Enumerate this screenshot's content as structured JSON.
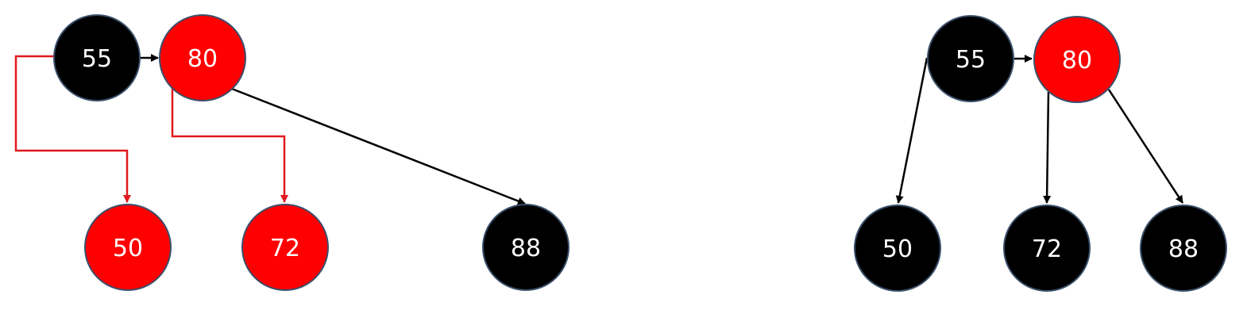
{
  "colors": {
    "background": "#ffffff",
    "black_node": "#000000",
    "red_node": "#ff0000",
    "node_stroke": "#3b4f6b",
    "black_edge": "#000000",
    "red_edge": "#e0191f",
    "label": "#ffffff"
  },
  "left_tree": {
    "nodes": {
      "n55": {
        "label": "55",
        "color": "black"
      },
      "n80": {
        "label": "80",
        "color": "red"
      },
      "n50": {
        "label": "50",
        "color": "red"
      },
      "n72": {
        "label": "72",
        "color": "red"
      },
      "n88": {
        "label": "88",
        "color": "black"
      }
    },
    "edges": [
      {
        "from": "55",
        "to": "80",
        "color": "black"
      },
      {
        "from": "55",
        "to": "50",
        "color": "red"
      },
      {
        "from": "80",
        "to": "72",
        "color": "red"
      },
      {
        "from": "80",
        "to": "88",
        "color": "black"
      }
    ]
  },
  "right_tree": {
    "nodes": {
      "n55": {
        "label": "55",
        "color": "black"
      },
      "n80": {
        "label": "80",
        "color": "red"
      },
      "n50": {
        "label": "50",
        "color": "black"
      },
      "n72": {
        "label": "72",
        "color": "black"
      },
      "n88": {
        "label": "88",
        "color": "black"
      }
    },
    "edges": [
      {
        "from": "55",
        "to": "80",
        "color": "black"
      },
      {
        "from": "55",
        "to": "50",
        "color": "black"
      },
      {
        "from": "80",
        "to": "72",
        "color": "black"
      },
      {
        "from": "80",
        "to": "88",
        "color": "black"
      }
    ]
  }
}
